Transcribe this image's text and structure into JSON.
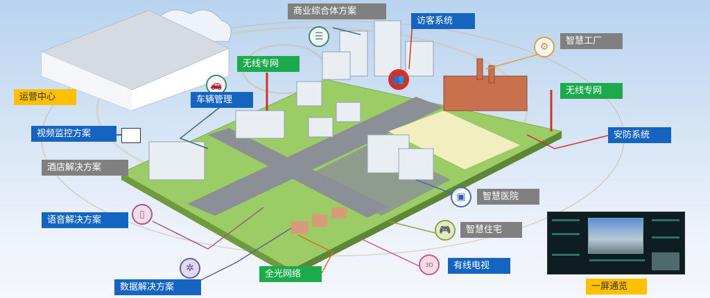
{
  "labels": {
    "commercial_complex": "商业综合体方案",
    "visitor_system": "访客系统",
    "smart_factory": "智慧工厂",
    "wireless_network_left": "无线专网",
    "operations_center": "运营中心",
    "vehicle_management": "车辆管理",
    "wireless_network_right": "无线专网",
    "video_surveillance": "视频监控方案",
    "security_system": "安防系统",
    "hotel_solution": "酒店解决方案",
    "smart_hospital": "智慧医院",
    "voice_solution": "语音解决方案",
    "smart_home": "智慧住宅",
    "cable_tv": "有线电视",
    "all_optical_network": "全光网络",
    "one_screen_overview": "一屏通览",
    "data_solution": "数据解决方案"
  },
  "icons": {
    "tv_badge": "3D"
  },
  "colors": {
    "blue": "#1565c0",
    "gray": "#808080",
    "green": "#1daa4c",
    "yellow": "#ffc000"
  }
}
